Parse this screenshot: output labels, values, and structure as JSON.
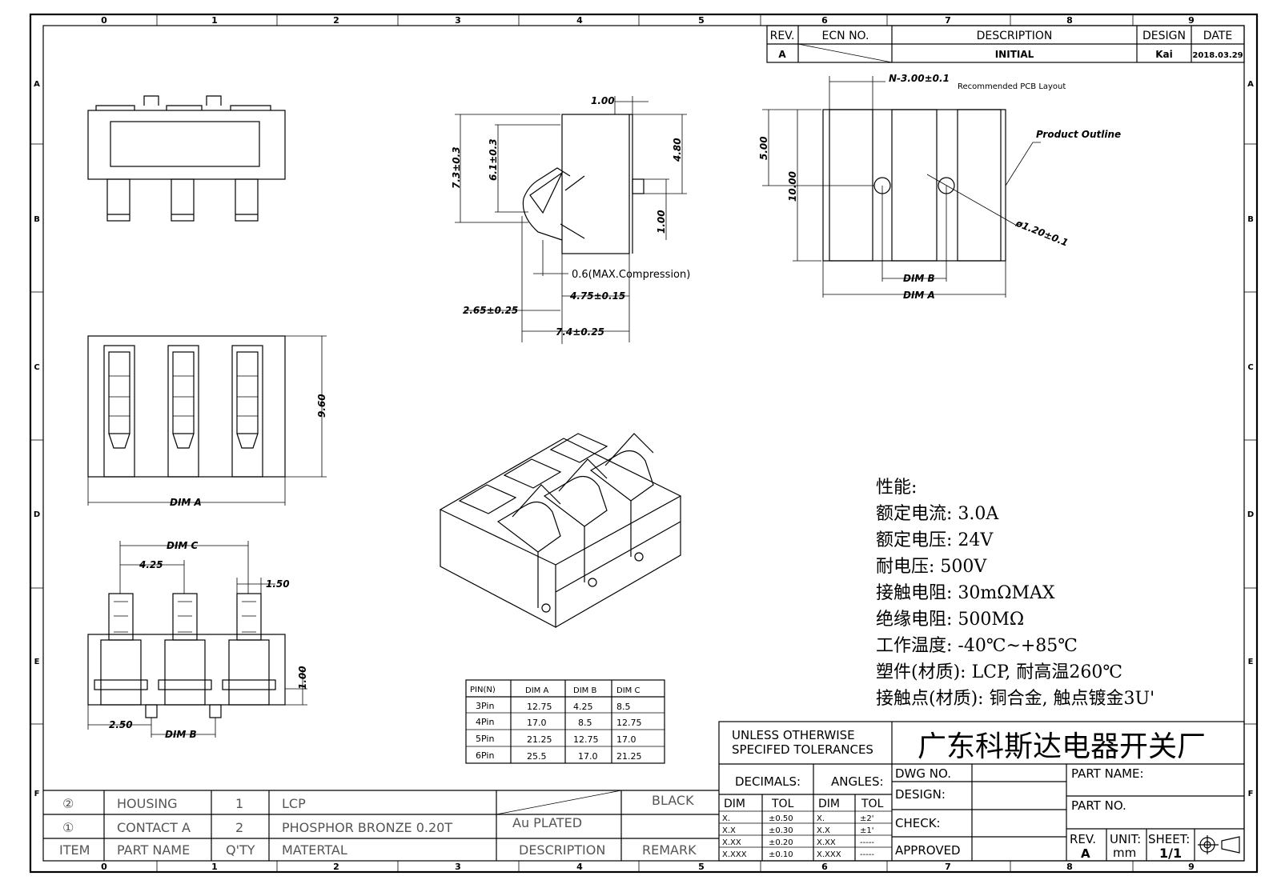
{
  "frame": {
    "columns": [
      "0",
      "1",
      "2",
      "3",
      "4",
      "5",
      "6",
      "7",
      "8",
      "9"
    ],
    "rows": [
      "A",
      "B",
      "C",
      "D",
      "E",
      "F"
    ]
  },
  "revision_table": {
    "headers": [
      "REV.",
      "ECN NO.",
      "DESCRIPTION",
      "DESIGN",
      "DATE"
    ],
    "row": {
      "rev": "A",
      "ecn": "",
      "description": "INITIAL",
      "design": "Kai",
      "date": "2018.03.29"
    }
  },
  "side_view": {
    "dim_top": "1.00",
    "dim_overall_height": "7.3±0.3",
    "dim_inner_height": "6.1±0.3",
    "dim_right": "4.80",
    "dim_right_small": "1.00",
    "dim_compression": "0.6(MAX.Compression)",
    "dim_475": "4.75±0.15",
    "dim_265": "2.65±0.25",
    "dim_74": "7.4±0.25"
  },
  "pcb_layout": {
    "title": "Recommended PCB Layout",
    "pitch": "N-3.00±0.1",
    "outline_label": "Product Outline",
    "dim_500": "5.00",
    "dim_1000": "10.00",
    "hole": "ø1.20±0.1",
    "dim_b": "DIM B",
    "dim_a": "DIM A"
  },
  "top_view": {
    "dim_height": "9.60",
    "dim_a": "DIM A"
  },
  "bottom_view": {
    "dim_c": "DIM C",
    "dim_425": "4.25",
    "dim_150": "1.50",
    "dim_100": "1.00",
    "dim_250": "2.50",
    "dim_b": "DIM B"
  },
  "pin_table": {
    "headers": [
      "PIN(N)",
      "DIM A",
      "DIM B",
      "DIM C"
    ],
    "rows": [
      [
        "3Pin",
        "12.75",
        "4.25",
        "8.5"
      ],
      [
        "4Pin",
        "17.0",
        "8.5",
        "12.75"
      ],
      [
        "5Pin",
        "21.25",
        "12.75",
        "17.0"
      ],
      [
        "6Pin",
        "25.5",
        "17.0",
        "21.25"
      ]
    ]
  },
  "specs": {
    "title": "性能:",
    "lines": [
      "额定电流: 3.0A",
      "额定电压: 24V",
      "耐电压: 500V",
      "接触电阻: 30mΩMAX",
      "绝缘电阻: 500MΩ",
      "工作温度: -40℃~+85℃",
      "塑件(材质): LCP, 耐高温260℃",
      "接触点(材质): 铜合金, 触点镀金3U'"
    ]
  },
  "bom": {
    "rows": [
      {
        "item": "②",
        "name": "HOUSING",
        "qty": "1",
        "material": "LCP",
        "description": "",
        "remark": "BLACK"
      },
      {
        "item": "①",
        "name": "CONTACT A",
        "qty": "2",
        "material": "PHOSPHOR BRONZE 0.20T",
        "description": "Au PLATED",
        "remark": ""
      }
    ],
    "header": {
      "item": "ITEM",
      "name": "PART NAME",
      "qty": "Q'TY",
      "material": "MATERTAL",
      "description": "DESCRIPTION",
      "remark": "REMARK"
    }
  },
  "title_block": {
    "tol_line1": "UNLESS OTHERWISE",
    "tol_line2": "SPECIFED TOLERANCES",
    "company": "广东科斯达电器开关厂",
    "decimals": "DECIMALS:",
    "angles": "ANGLES:",
    "dim": "DIM",
    "tol": "TOL",
    "dec_rows": [
      [
        "X.",
        "±0.50"
      ],
      [
        "X.X",
        "±0.30"
      ],
      [
        "X.XX",
        "±0.20"
      ],
      [
        "X.XXX",
        "±0.10"
      ]
    ],
    "ang_rows": [
      [
        "X.",
        "±2'"
      ],
      [
        "X.X",
        "±1'"
      ],
      [
        "X.XX",
        "-----"
      ],
      [
        "X.XXX",
        "-----"
      ]
    ],
    "dwg_no": "DWG NO.",
    "design": "DESIGN:",
    "check": "CHECK:",
    "approved": "APPROVED",
    "part_name": "PART NAME:",
    "part_no": "PART NO.",
    "rev_label": "REV.",
    "rev_value": "A",
    "unit_label": "UNIT:",
    "unit_value": "mm",
    "sheet_label": "SHEET:",
    "sheet_value": "1/1"
  }
}
